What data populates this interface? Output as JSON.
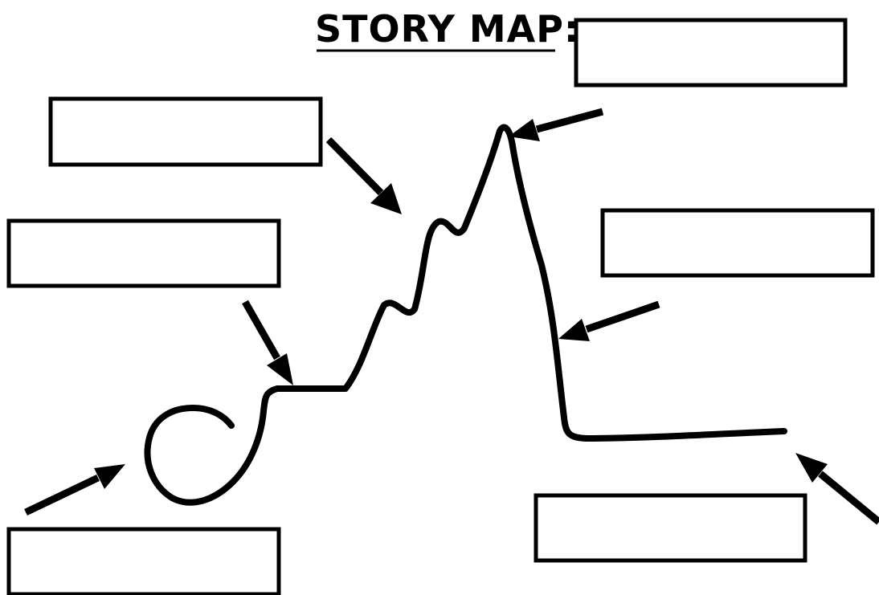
{
  "title": "STORY MAP:",
  "colors": {
    "ink": "#000000",
    "paper": "#ffffff"
  },
  "boxes": [
    {
      "id": "title-box",
      "text": ""
    },
    {
      "id": "rising-action-box",
      "text": ""
    },
    {
      "id": "conflict-box",
      "text": ""
    },
    {
      "id": "exposition-box",
      "text": ""
    },
    {
      "id": "falling-action-box",
      "text": ""
    },
    {
      "id": "resolution-box",
      "text": ""
    }
  ]
}
